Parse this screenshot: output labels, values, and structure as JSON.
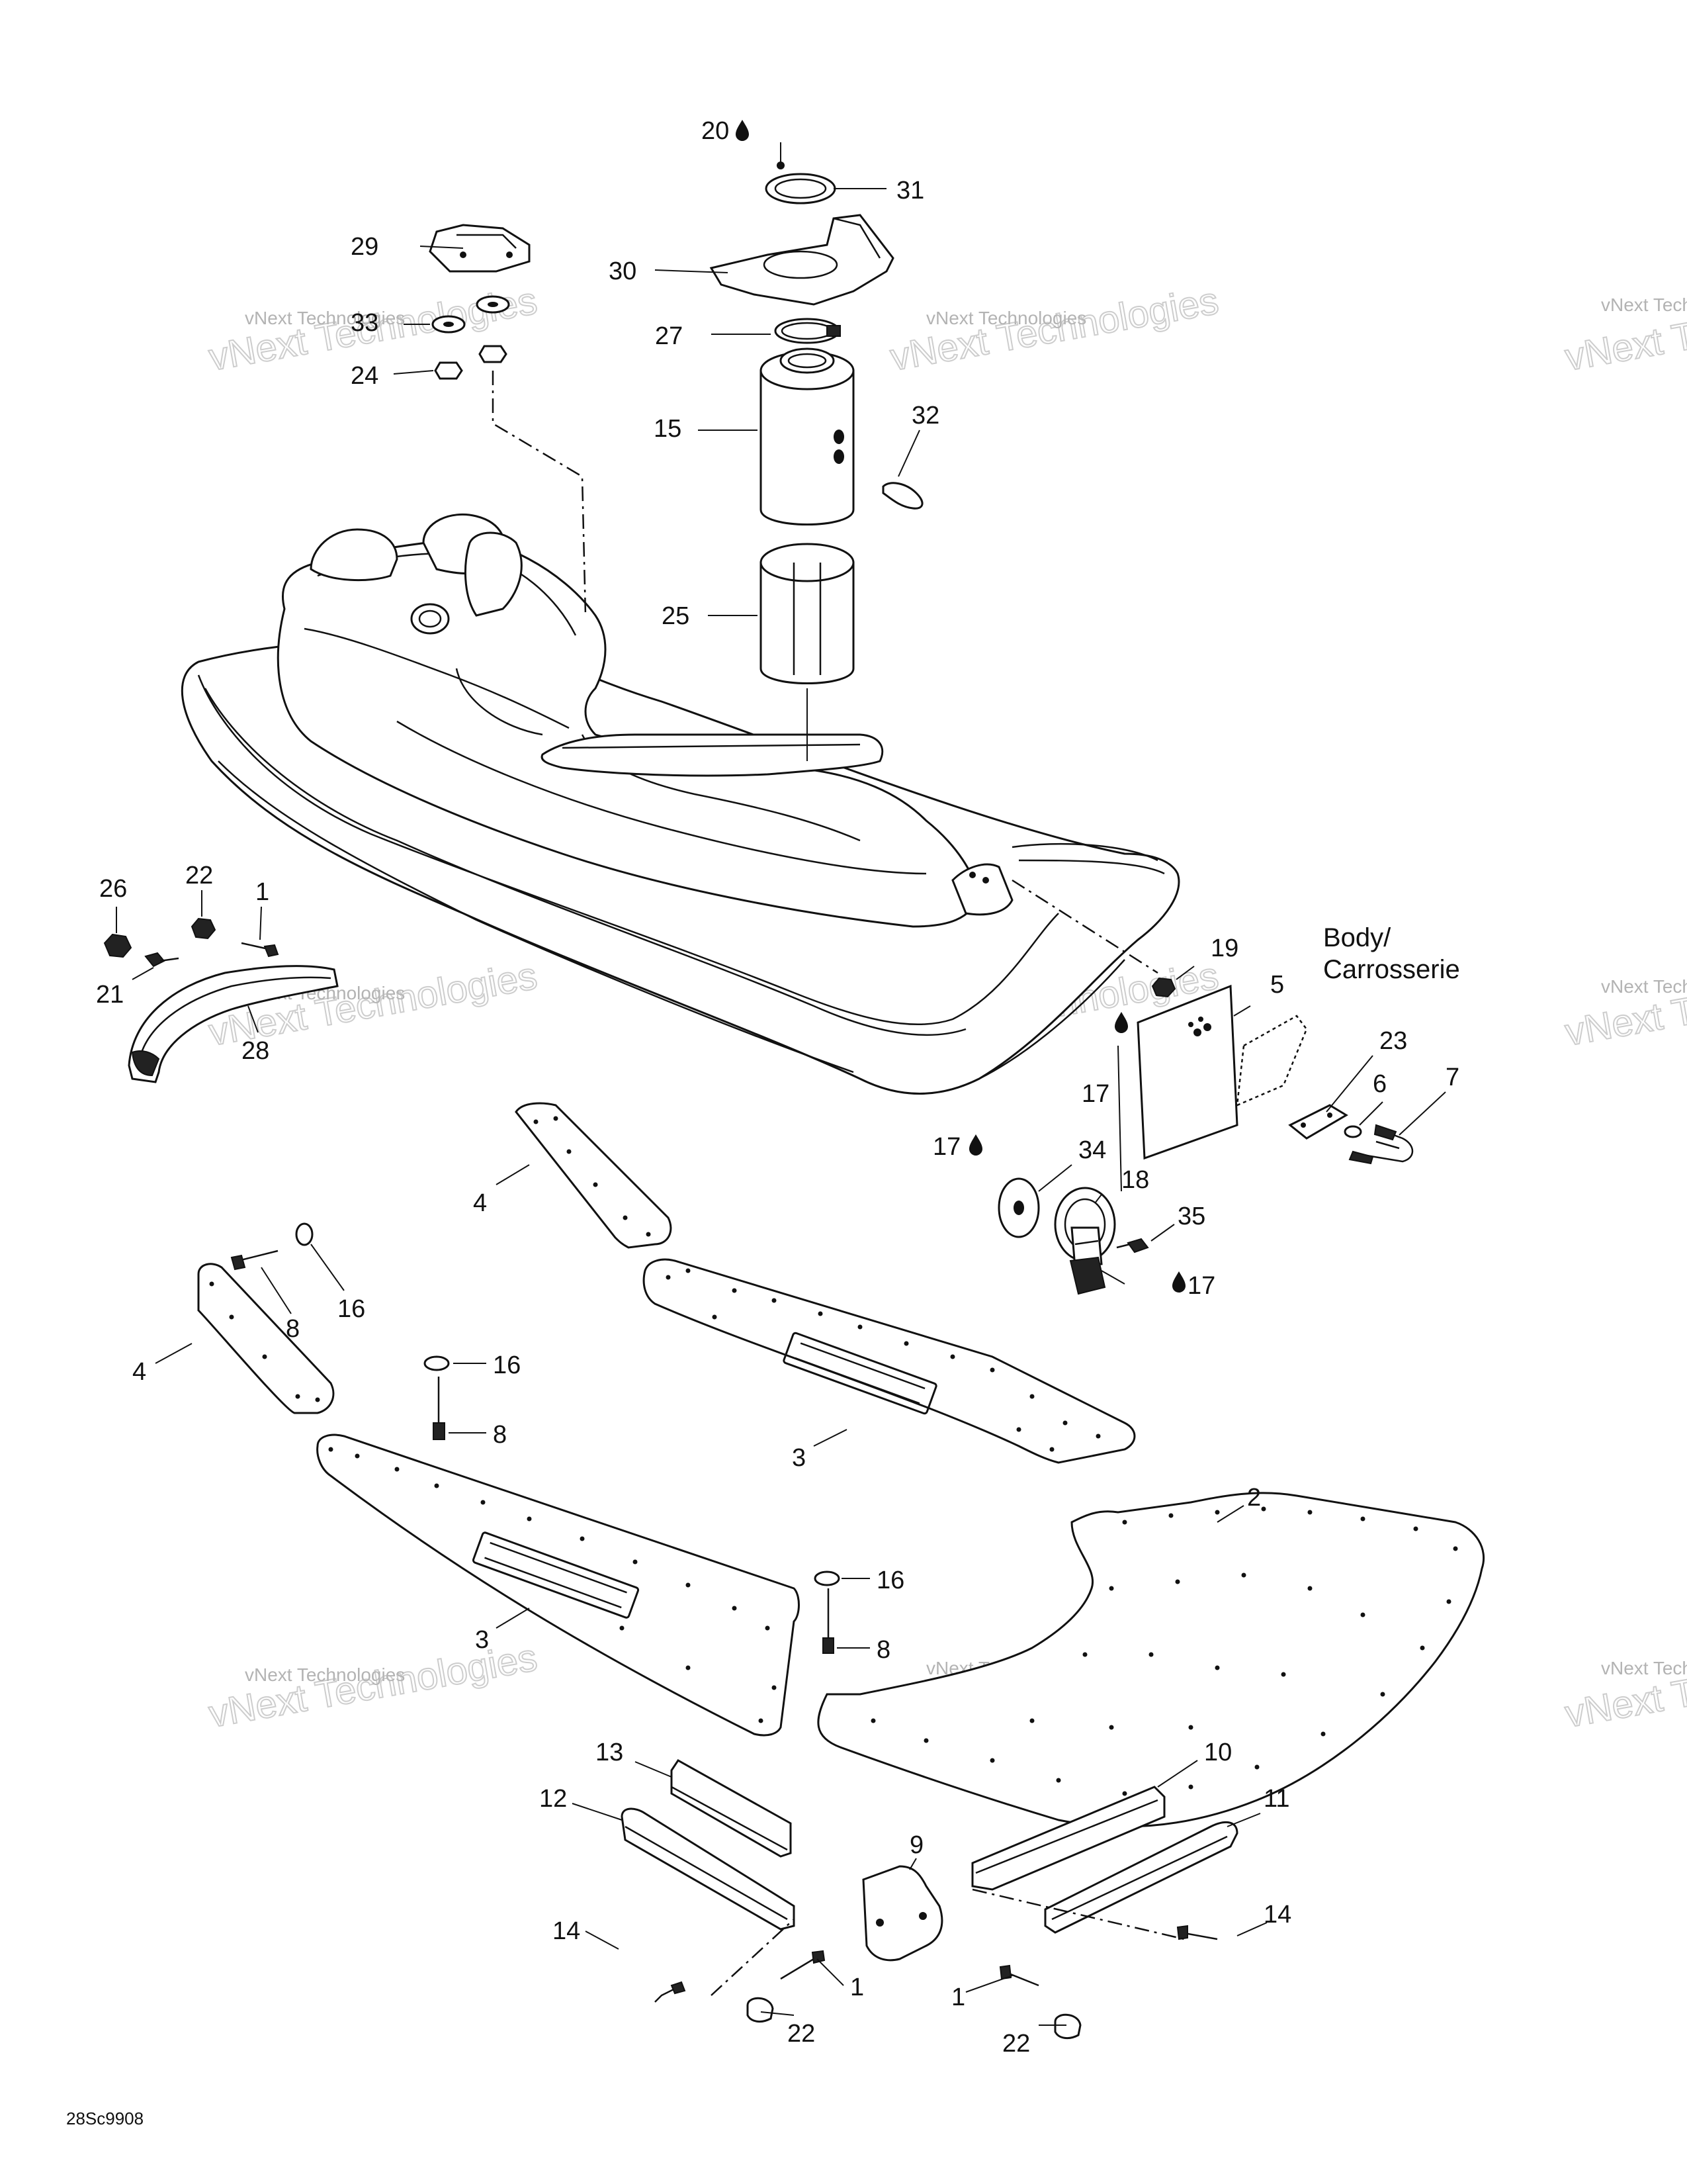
{
  "diagram": {
    "reference_code": "28Sc9908",
    "body_label_line1": "Body/",
    "body_label_line2": "Carrosserie",
    "watermark_small": "vNext Technologies",
    "watermark_large": "vNext Technologies",
    "oil_drop_icon": "oil-drop-icon",
    "callouts": [
      {
        "id": "c20",
        "num": "20",
        "drop": true
      },
      {
        "id": "c31",
        "num": "31"
      },
      {
        "id": "c29",
        "num": "29"
      },
      {
        "id": "c30",
        "num": "30"
      },
      {
        "id": "c33",
        "num": "33"
      },
      {
        "id": "c27",
        "num": "27"
      },
      {
        "id": "c24",
        "num": "24"
      },
      {
        "id": "c15",
        "num": "15"
      },
      {
        "id": "c32",
        "num": "32"
      },
      {
        "id": "c25",
        "num": "25"
      },
      {
        "id": "c26",
        "num": "26"
      },
      {
        "id": "c22a",
        "num": "22"
      },
      {
        "id": "c1a",
        "num": "1"
      },
      {
        "id": "c21",
        "num": "21"
      },
      {
        "id": "c28",
        "num": "28"
      },
      {
        "id": "c19",
        "num": "19"
      },
      {
        "id": "c5",
        "num": "5"
      },
      {
        "id": "c23",
        "num": "23"
      },
      {
        "id": "c6",
        "num": "6"
      },
      {
        "id": "c7",
        "num": "7"
      },
      {
        "id": "c17a",
        "num": "17",
        "drop": true
      },
      {
        "id": "c17b",
        "num": "17",
        "drop": true
      },
      {
        "id": "c34",
        "num": "34"
      },
      {
        "id": "c18",
        "num": "18"
      },
      {
        "id": "c35",
        "num": "35"
      },
      {
        "id": "c17c",
        "num": "17",
        "drop": true
      },
      {
        "id": "c4a",
        "num": "4"
      },
      {
        "id": "c16a",
        "num": "16"
      },
      {
        "id": "c8a",
        "num": "8"
      },
      {
        "id": "c4b",
        "num": "4"
      },
      {
        "id": "c16b",
        "num": "16"
      },
      {
        "id": "c8b",
        "num": "8"
      },
      {
        "id": "c3a",
        "num": "3"
      },
      {
        "id": "c2",
        "num": "2"
      },
      {
        "id": "c16c",
        "num": "16"
      },
      {
        "id": "c8c",
        "num": "8"
      },
      {
        "id": "c3b",
        "num": "3"
      },
      {
        "id": "c13",
        "num": "13"
      },
      {
        "id": "c10",
        "num": "10"
      },
      {
        "id": "c12",
        "num": "12"
      },
      {
        "id": "c11",
        "num": "11"
      },
      {
        "id": "c9",
        "num": "9"
      },
      {
        "id": "c14a",
        "num": "14"
      },
      {
        "id": "c14b",
        "num": "14"
      },
      {
        "id": "c1b",
        "num": "1"
      },
      {
        "id": "c1c",
        "num": "1"
      },
      {
        "id": "c22b",
        "num": "22"
      },
      {
        "id": "c22c",
        "num": "22"
      }
    ]
  }
}
